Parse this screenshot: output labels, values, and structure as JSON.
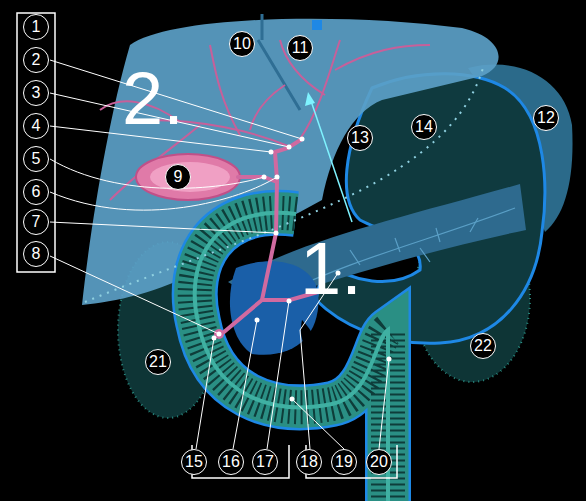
{
  "diagram": {
    "nodes": [
      {
        "text": [
          "1"
        ]
      },
      {
        "text": [
          "2"
        ]
      },
      {
        "text": [
          "3"
        ]
      },
      {
        "text": [
          "4"
        ]
      },
      {
        "text": [
          "5"
        ]
      },
      {
        "text": [
          "6"
        ]
      },
      {
        "text": [
          "7"
        ]
      },
      {
        "text": [
          "8"
        ]
      },
      {
        "text": [
          "10"
        ]
      },
      {
        "text": [
          "11"
        ]
      },
      {
        "text": [
          "12"
        ]
      },
      {
        "text": [
          "13"
        ]
      },
      {
        "text": [
          "14"
        ]
      },
      {
        "text": [
          "9"
        ]
      },
      {
        "text": [
          "22"
        ]
      },
      {
        "text": [
          "21"
        ]
      },
      {
        "text": [
          "15"
        ]
      },
      {
        "text": [
          "16"
        ]
      },
      {
        "text": [
          "17"
        ]
      },
      {
        "text": [
          "18"
        ]
      },
      {
        "text": [
          "19"
        ]
      },
      {
        "text": [
          "20"
        ]
      }
    ],
    "labels": [
      "2.",
      "1."
    ]
  }
}
